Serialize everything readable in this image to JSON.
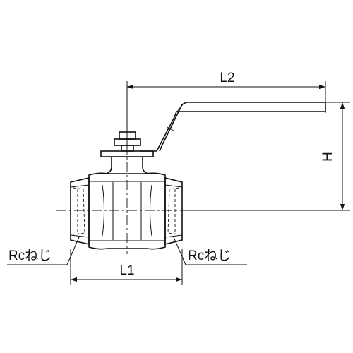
{
  "dimensions": {
    "l2": "L2",
    "h": "H",
    "l1": "L1"
  },
  "callouts": {
    "left_thread": "Rcねじ",
    "right_thread": "Rcねじ"
  }
}
